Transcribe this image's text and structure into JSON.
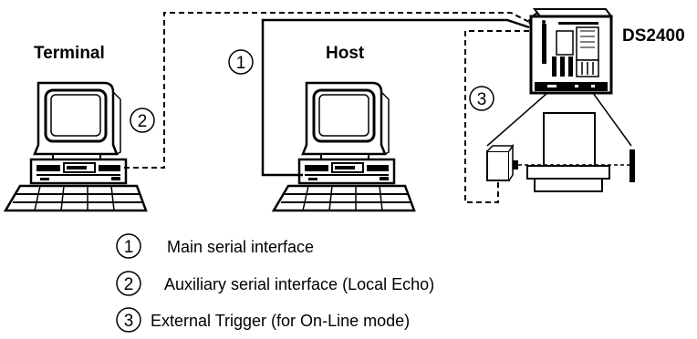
{
  "labels": {
    "terminal": "Terminal",
    "host": "Host",
    "device": "DS2400"
  },
  "connection_markers": {
    "main": "1",
    "auxiliary": "2",
    "trigger": "3"
  },
  "legend": [
    {
      "number": "1",
      "text": "Main serial interface"
    },
    {
      "number": "2",
      "text": "Auxiliary serial interface (Local Echo)"
    },
    {
      "number": "3",
      "text": "External Trigger (for On-Line mode)"
    }
  ],
  "icons": {
    "terminal": "desktop-computer-icon",
    "host": "desktop-computer-icon",
    "scanner": "barcode-scanner-icon",
    "trigger_station": "photocell-sensor-icon"
  },
  "colors": {
    "ink": "#000000",
    "background": "#ffffff"
  }
}
